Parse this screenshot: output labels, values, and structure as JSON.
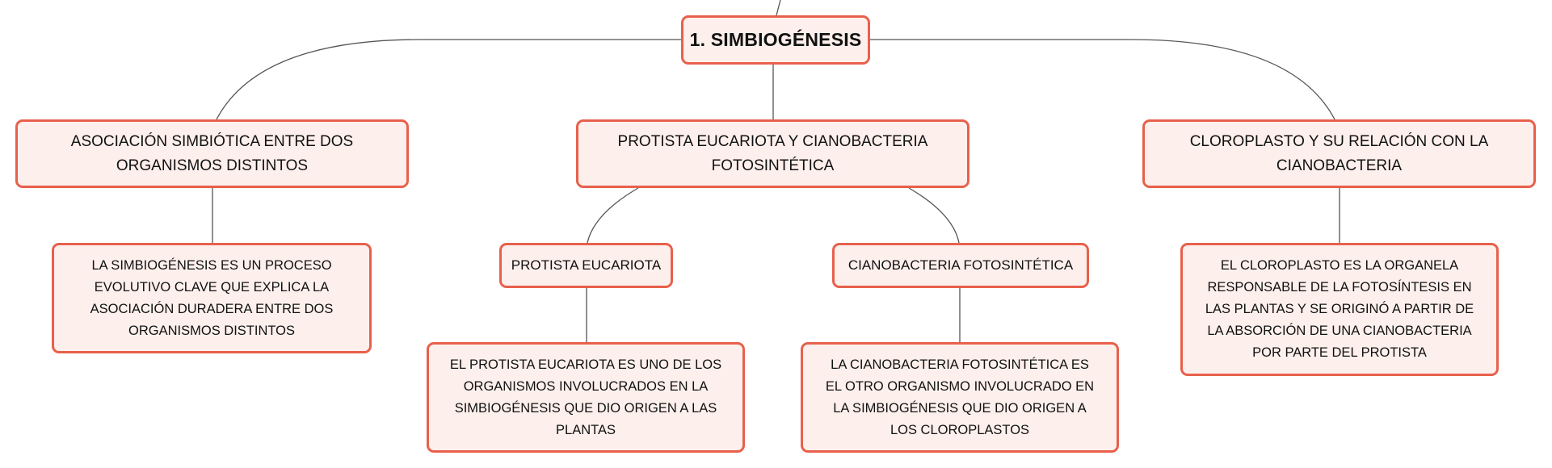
{
  "colors": {
    "node_border": "#e8604c",
    "node_fill": "#fdf0ec",
    "connector": "#555555",
    "text": "#111111"
  },
  "map": {
    "root": "1. SIMBIOGÉNESIS",
    "topics": [
      {
        "label": "ASOCIACIÓN SIMBIÓTICA ENTRE DOS ORGANISMOS DISTINTOS",
        "detail": "LA SIMBIOGÉNESIS ES UN PROCESO EVOLUTIVO CLAVE QUE EXPLICA LA ASOCIACIÓN DURADERA ENTRE DOS ORGANISMOS DISTINTOS"
      },
      {
        "label": "PROTISTA EUCARIOTA Y CIANOBACTERIA FOTOSINTÉTICA",
        "subtopics": [
          {
            "label": "PROTISTA EUCARIOTA",
            "detail": "EL PROTISTA EUCARIOTA ES UNO DE LOS ORGANISMOS INVOLUCRADOS EN LA SIMBIOGÉNESIS QUE DIO ORIGEN A LAS PLANTAS"
          },
          {
            "label": "CIANOBACTERIA FOTOSINTÉTICA",
            "detail": "LA CIANOBACTERIA FOTOSINTÉTICA ES EL OTRO ORGANISMO INVOLUCRADO EN LA SIMBIOGÉNESIS QUE DIO ORIGEN A LOS CLOROPLASTOS"
          }
        ]
      },
      {
        "label": "CLOROPLASTO Y SU RELACIÓN CON LA CIANOBACTERIA",
        "detail": "EL CLOROPLASTO ES LA ORGANELA RESPONSABLE DE LA FOTOSÍNTESIS EN LAS PLANTAS Y SE ORIGINÓ A PARTIR DE LA ABSORCIÓN DE UNA CIANOBACTERIA POR PARTE DEL PROTISTA"
      }
    ]
  }
}
